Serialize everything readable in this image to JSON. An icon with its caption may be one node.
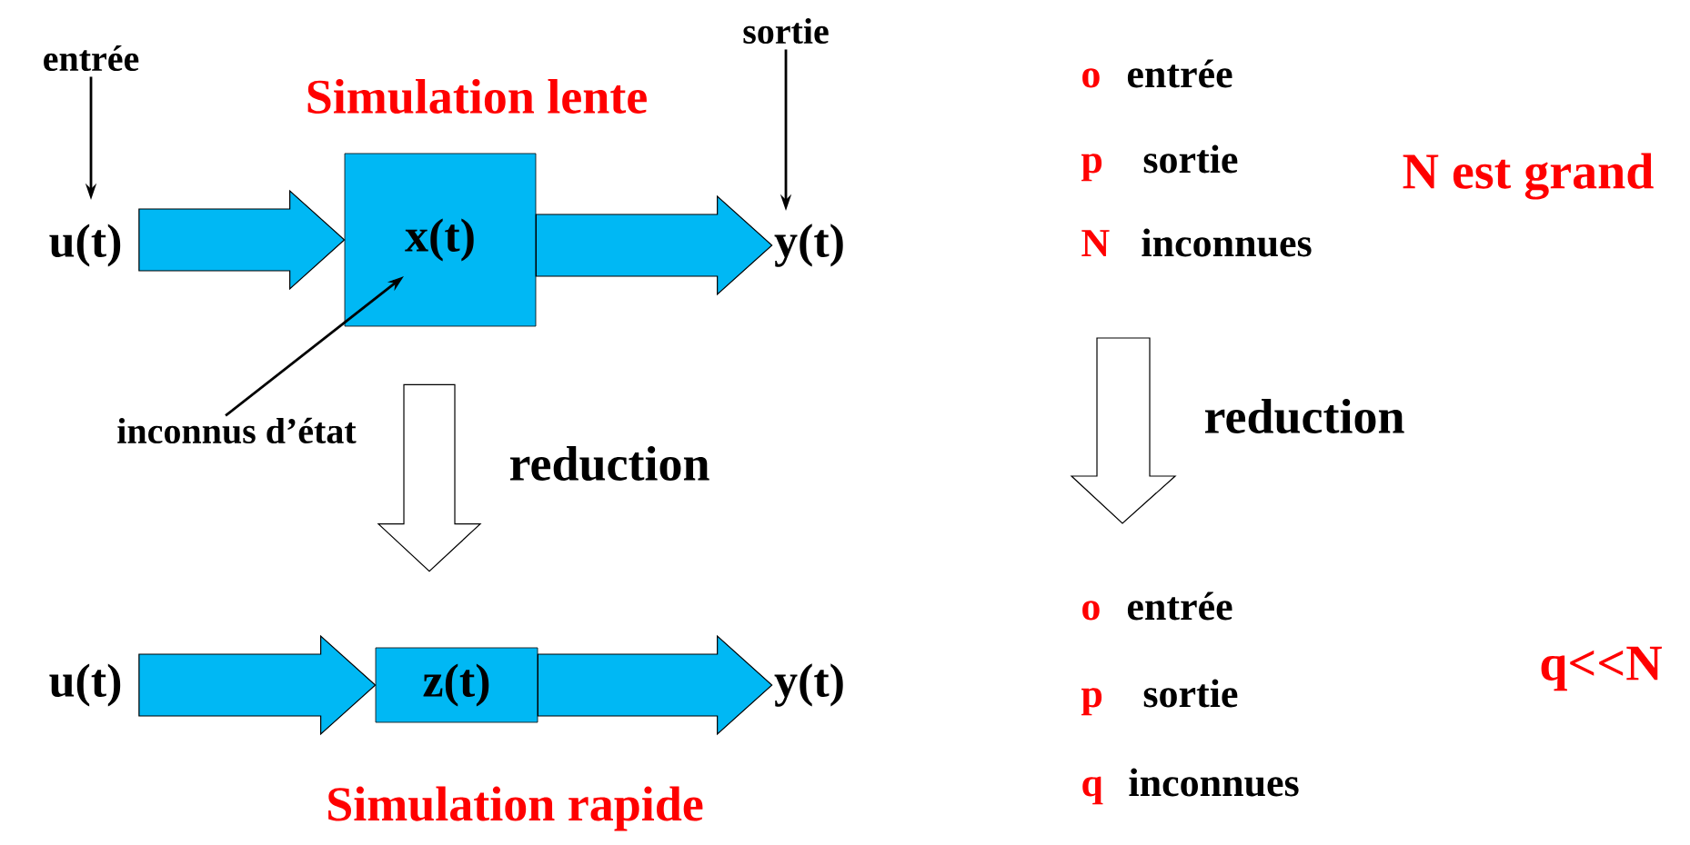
{
  "diagram": {
    "nodes": [
      {
        "text": [
          "entrée"
        ]
      },
      {
        "text": [
          "u(t)"
        ]
      },
      {
        "text": [
          "x(t)"
        ]
      },
      {
        "text": [
          "y(t)"
        ]
      },
      {
        "text": [
          "sortie"
        ]
      },
      {
        "text": [
          "inconnus d’état"
        ]
      },
      {
        "text": [
          "u(t)"
        ]
      },
      {
        "text": [
          "z(t)"
        ]
      },
      {
        "text": [
          "y(t)"
        ]
      }
    ],
    "edges": [
      {
        "from": 0,
        "to": 1,
        "arrow": "to"
      },
      {
        "from": 4,
        "to": 3,
        "arrow": "to"
      },
      {
        "from": 5,
        "to": 2,
        "arrow": "to"
      },
      {
        "from": 1,
        "to": 2,
        "arrow": "to",
        "style": "thick",
        "color": "#00b8f4"
      },
      {
        "from": 2,
        "to": 3,
        "arrow": "to",
        "style": "thick",
        "color": "#00b8f4"
      },
      {
        "from": 6,
        "to": 7,
        "arrow": "to",
        "style": "thick",
        "color": "#00b8f4"
      },
      {
        "from": 7,
        "to": 8,
        "arrow": "to",
        "style": "thick",
        "color": "#00b8f4"
      },
      {
        "from": 2,
        "to": 7,
        "arrow": "to",
        "style": "thick",
        "label": "reduction"
      }
    ],
    "labels": [
      "Simulation lente",
      "o",
      "entrée",
      "p",
      "sortie",
      "N est grand",
      "N",
      "inconnues",
      "reduction",
      "o",
      "entrée",
      "q<<N",
      "p",
      "sortie",
      "q",
      "inconnues",
      "Simulation rapide"
    ]
  }
}
